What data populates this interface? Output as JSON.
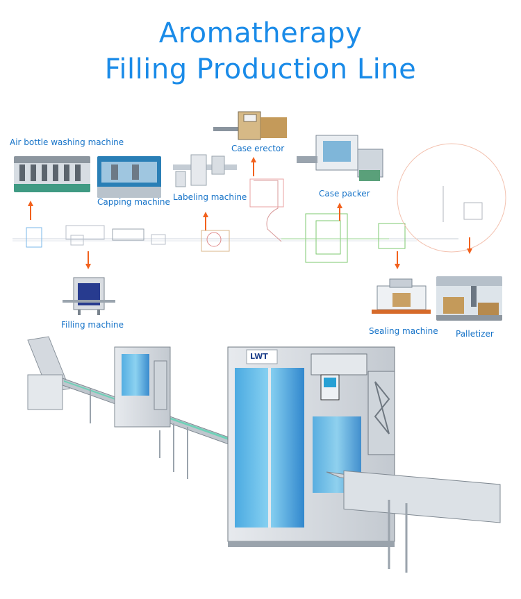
{
  "title": {
    "line1": "Aromatherapy",
    "line2": "Filling Production Line"
  },
  "colors": {
    "title": "#1a8be8",
    "label": "#1673c8",
    "arrow": "#f2611d",
    "layout_line": "#7ec96f"
  },
  "machines": {
    "air_bottle_washing": "Air bottle washing machine",
    "capping": "Capping machine",
    "labeling": "Labeling machine",
    "case_erector": "Case erector",
    "case_packer": "Case packer",
    "filling": "Filling machine",
    "sealing": "Sealing machine",
    "palletizer": "Palletizer"
  },
  "brand": {
    "logo_text": "LWT"
  }
}
